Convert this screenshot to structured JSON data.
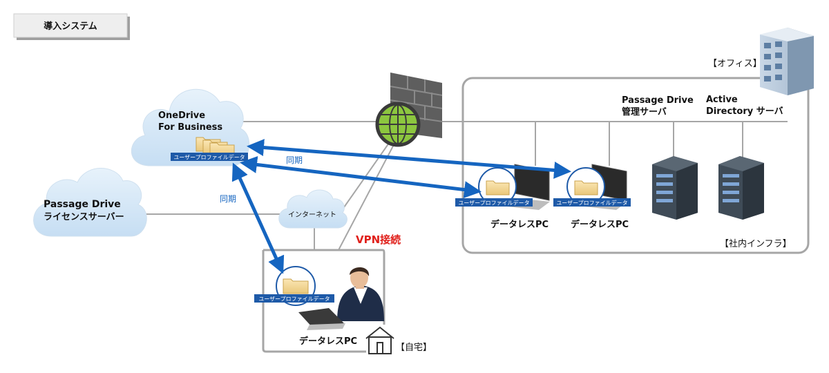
{
  "title_badge": "導入システム",
  "cloud_onedrive": {
    "line1": "OneDrive",
    "line2": "For Business"
  },
  "cloud_license": {
    "line1": "Passage Drive",
    "line2": "ライセンスサーバー"
  },
  "cloud_internet": "インターネット",
  "profile_tag": "ユーザープロファイルデータ",
  "sync_label": "同期",
  "vpn_label": "VPN接続",
  "office_label": "【オフィス】",
  "server_mgmt": {
    "line1": "Passage Drive",
    "line2": "管理サーバ"
  },
  "server_ad": {
    "line1": "Active",
    "line2": "Directory サーバ"
  },
  "datalesspc_label": "データレスPC",
  "infra_label": "【社内インフラ】",
  "home_label": "【自宅】",
  "colors": {
    "arrow": "#1565c0",
    "vpn": "#e0201b",
    "tag": "#1e5aa8",
    "cloud": "#d5e8f7",
    "frame": "#aaaaaa"
  }
}
